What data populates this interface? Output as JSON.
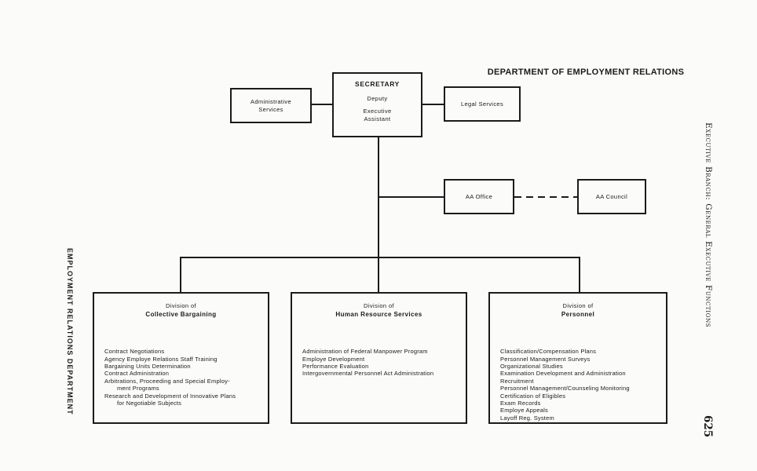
{
  "page": {
    "heading": "DEPARTMENT OF EMPLOYMENT RELATIONS",
    "left_margin_label": "EMPLOYMENT RELATIONS DEPARTMENT",
    "right_margin_label": "Executive Branch: General Executive Functions",
    "page_number": "625",
    "colors": {
      "ink": "#1b1b1b",
      "paper": "#fbfbf9"
    }
  },
  "chart": {
    "secretary": {
      "title": "SECRETARY",
      "deputy": "Deputy",
      "assistant": "Executive\nAssistant"
    },
    "administrative_services": "Administrative\nServices",
    "legal_services": "Legal Services",
    "aa_office": "AA Office",
    "aa_council": "AA Council",
    "divisions": [
      {
        "title_top": "Division of",
        "title_main": "Collective Bargaining",
        "items": [
          "Contract Negotiations",
          "Agency Employe Relations Staff Training",
          "Bargaining Units Determination",
          "Contract Administration",
          "Arbitrations, Proceeding and Special Employ-\n       ment Programs",
          "Research and Development of Innovative Plans\n       for Negotiable Subjects"
        ]
      },
      {
        "title_top": "Division of",
        "title_main": "Human Resource Services",
        "items": [
          "Administration of Federal Manpower Program",
          "Employe Development",
          "Performance Evaluation",
          "Intergovernmental Personnel Act Administration"
        ]
      },
      {
        "title_top": "Division of",
        "title_main": "Personnel",
        "items": [
          "Classification/Compensation Plans",
          "Personnel Management Surveys",
          "Organizational Studies",
          "Examination Development and Administration",
          "Recruitment",
          "Personnel Management/Counseling Monitoring",
          "Certification of Eligibles",
          "Exam Records",
          "Employe Appeals",
          "Layoff Reg. System"
        ]
      }
    ]
  }
}
